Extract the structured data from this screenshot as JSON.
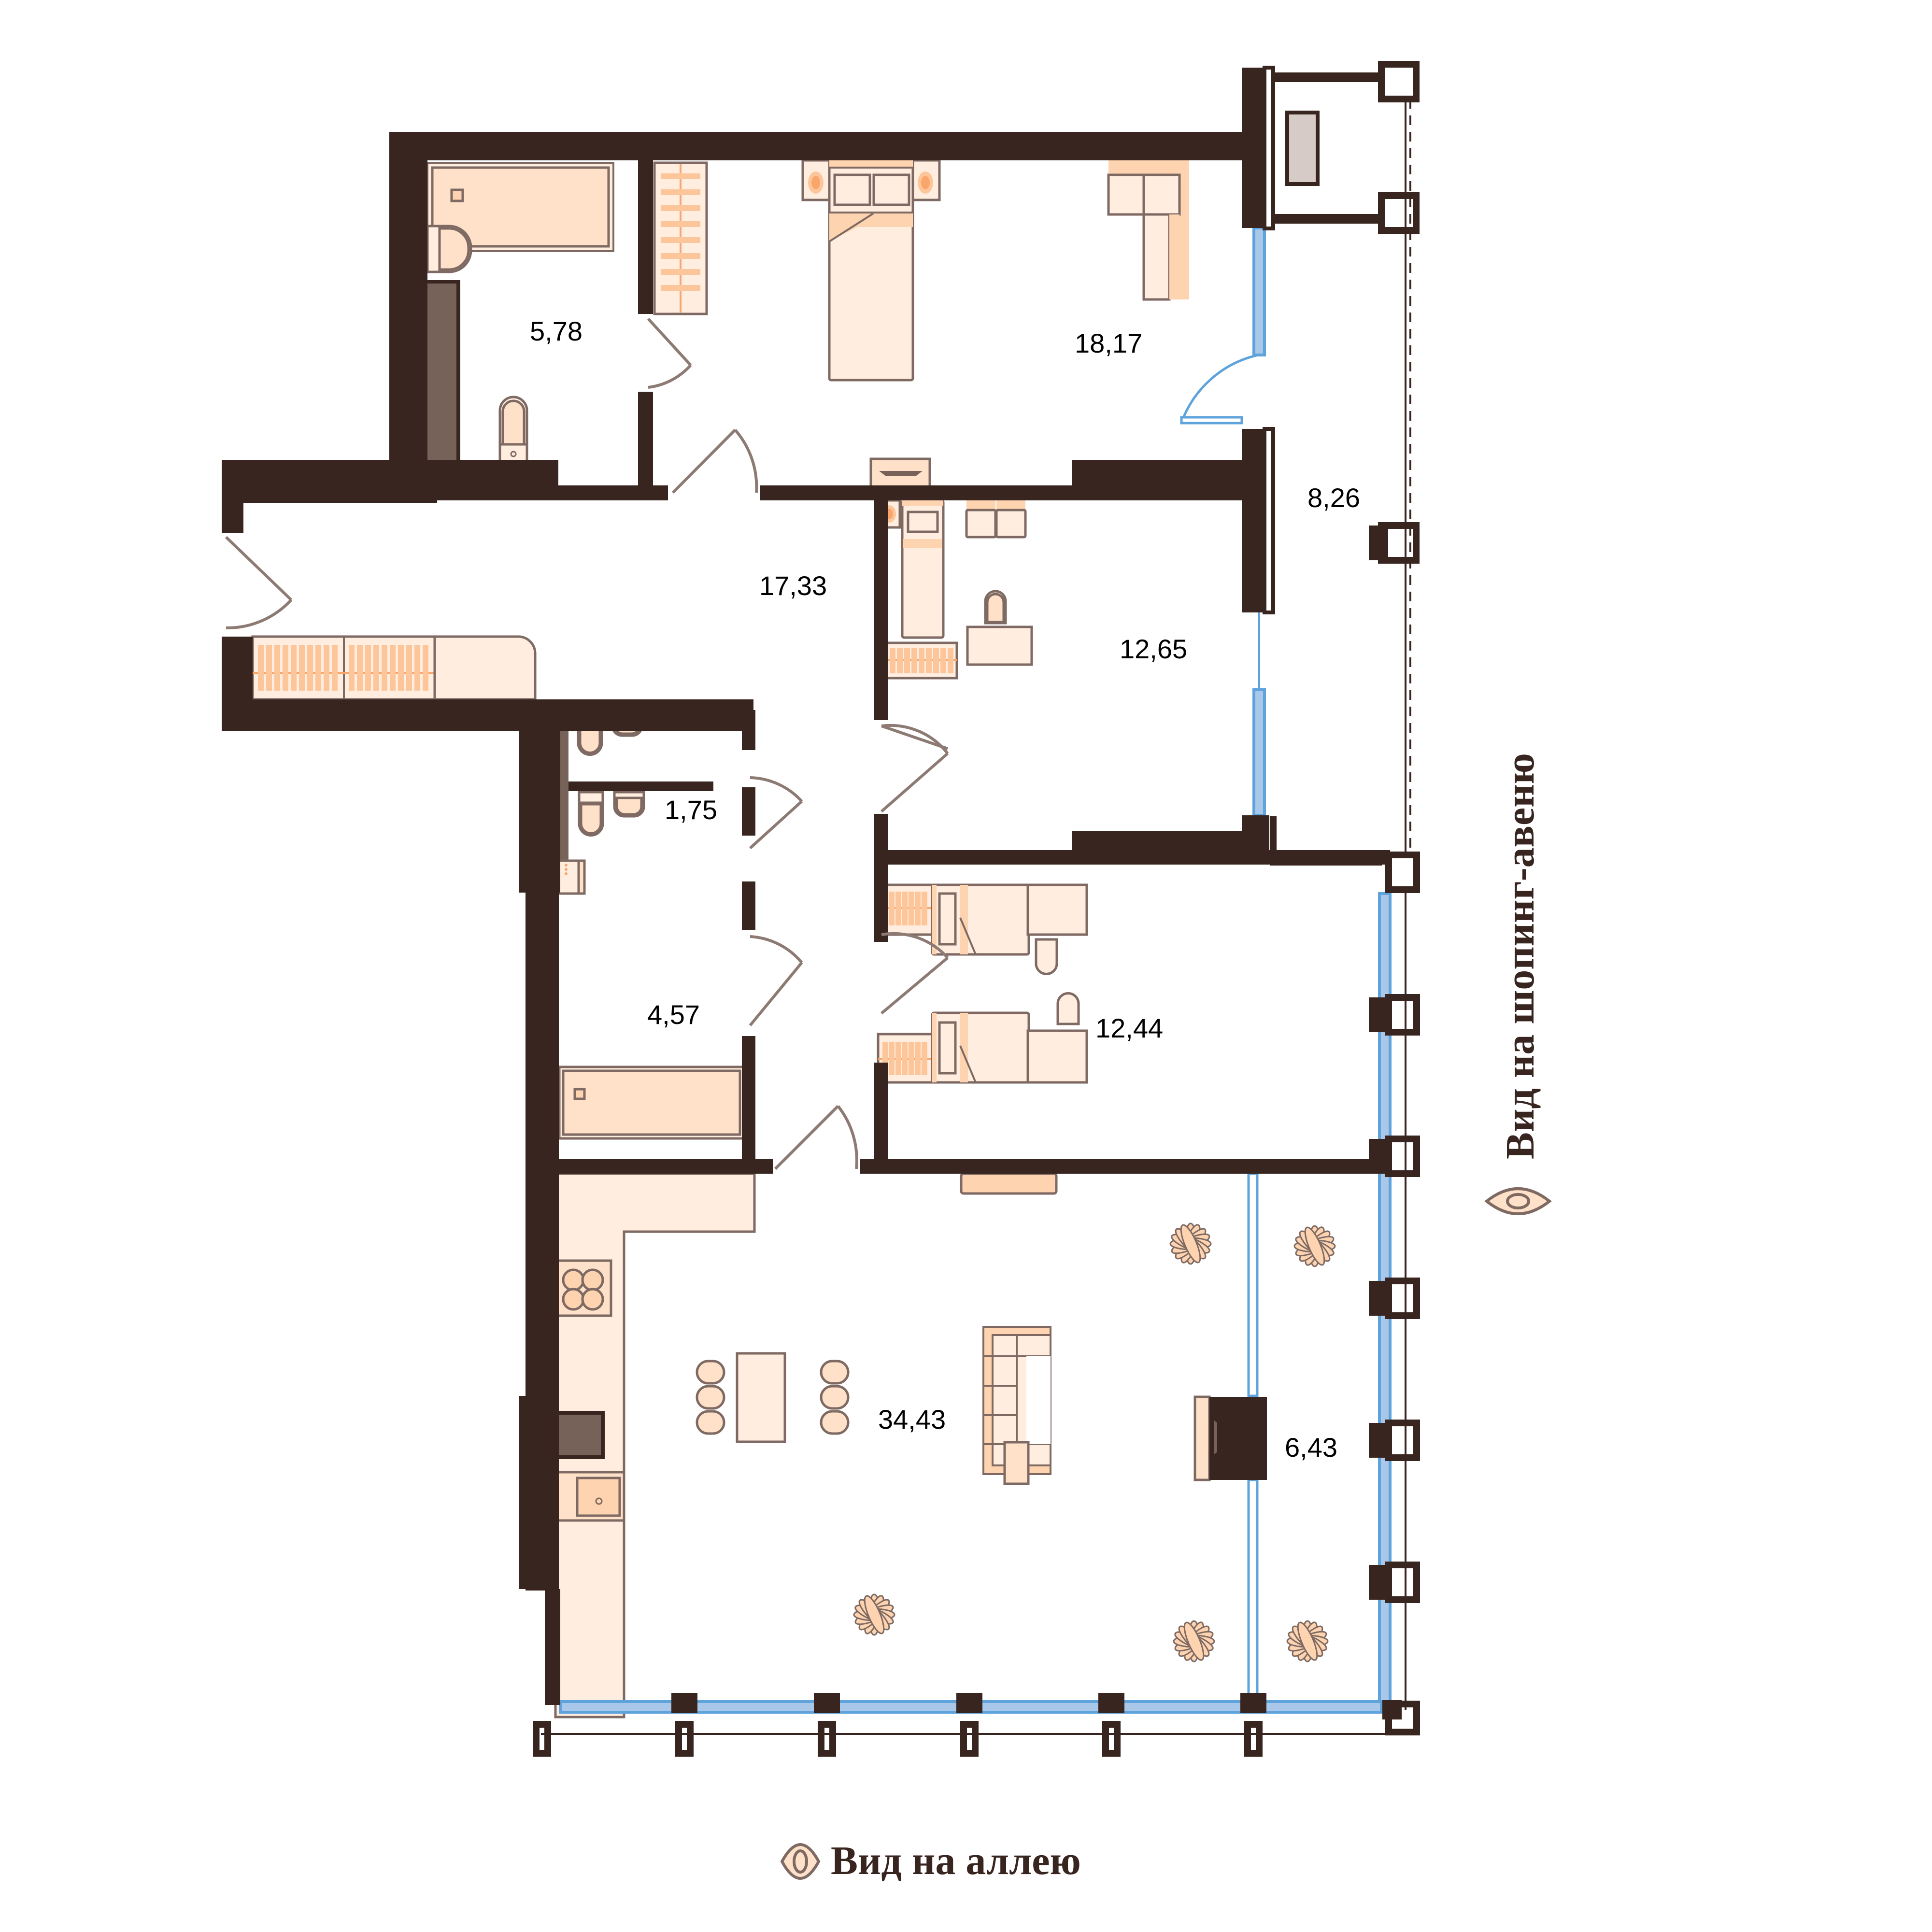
{
  "plan": {
    "title": "Apartment floor plan",
    "units": "m²",
    "colors": {
      "wall": "#38251f",
      "furniture_light": "#ffeee0",
      "furniture_mid": "#fee1c8",
      "furniture_accent": "#fdd3b0",
      "accent_orange": "#f9a66c",
      "glass": "#a9c7e8",
      "glass_frame": "#5fa3dc",
      "built_in": "#766259",
      "text": "#000000",
      "view_text": "#38251f"
    },
    "rooms": [
      {
        "id": "bathroom-1",
        "area": "5,78"
      },
      {
        "id": "master-bedroom",
        "area": "18,17"
      },
      {
        "id": "hallway",
        "area": "17,33"
      },
      {
        "id": "loggia-1",
        "area": "8,26"
      },
      {
        "id": "bedroom-2",
        "area": "12,65"
      },
      {
        "id": "wc",
        "area": "1,75"
      },
      {
        "id": "bathroom-2",
        "area": "4,57"
      },
      {
        "id": "bedroom-3",
        "area": "12,44"
      },
      {
        "id": "living-kitchen",
        "area": "34,43"
      },
      {
        "id": "loggia-2",
        "area": "6,43"
      }
    ],
    "views": {
      "right": {
        "label": "Вид на шопинг-авеню",
        "icon": "eye-icon"
      },
      "bottom": {
        "label": "Вид на аллею",
        "icon": "eye-icon"
      }
    }
  }
}
